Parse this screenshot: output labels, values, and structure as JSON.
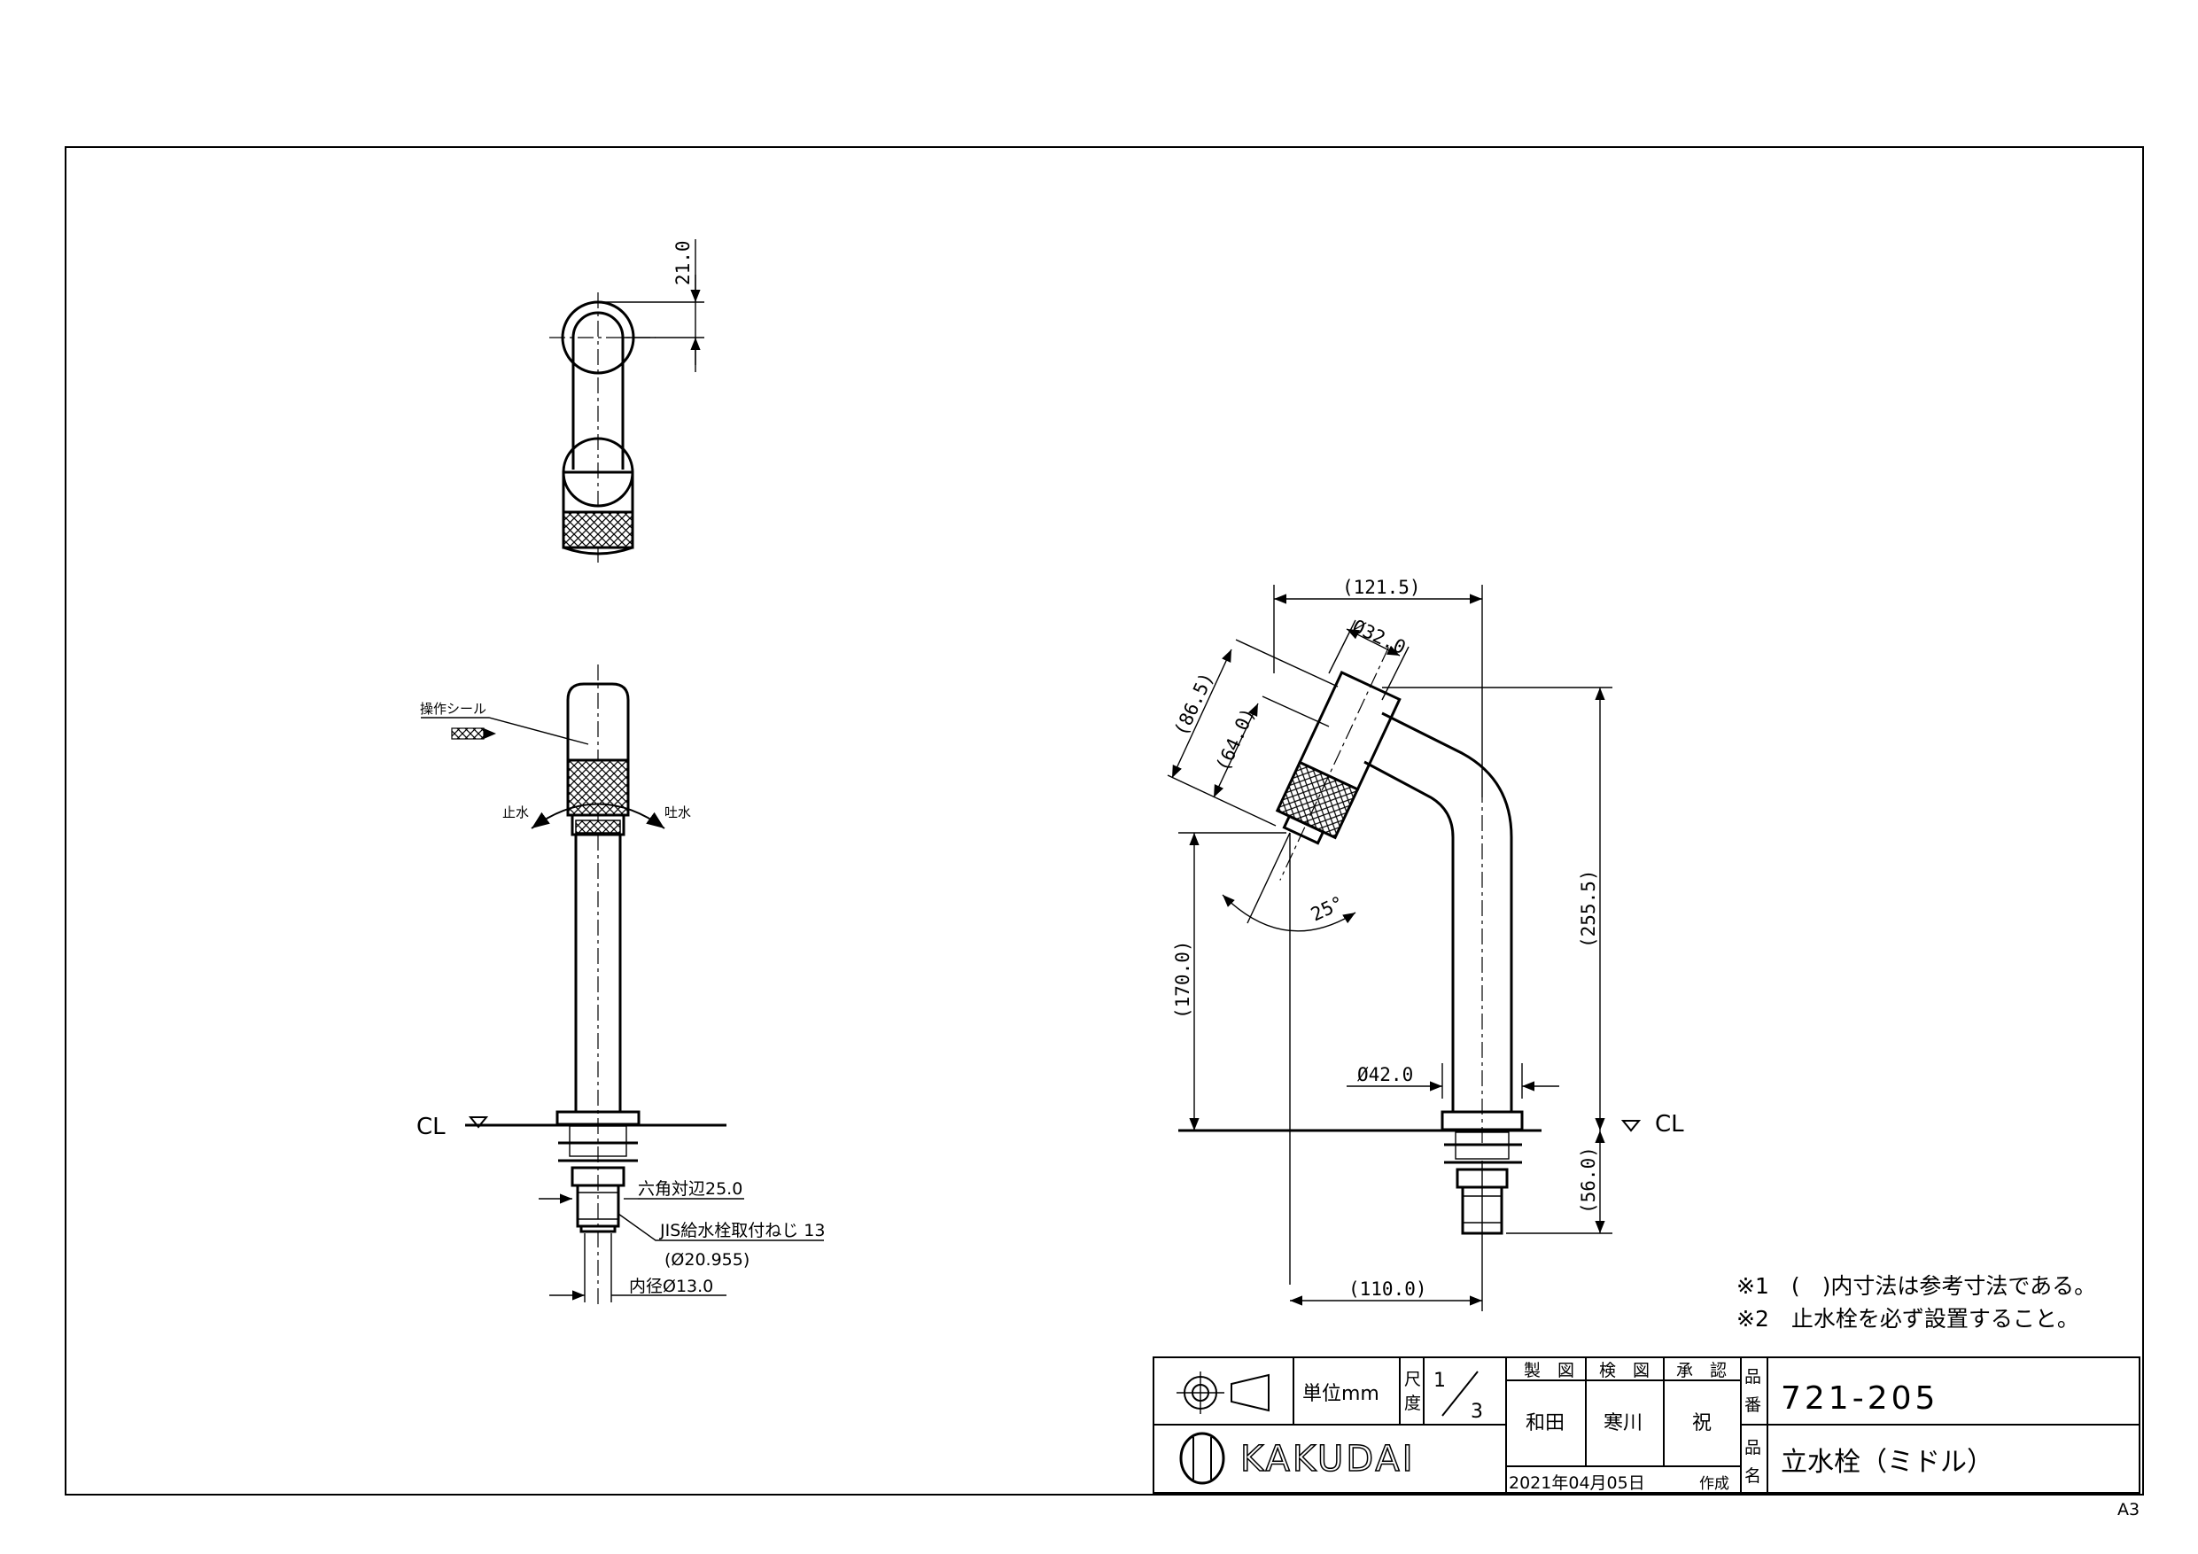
{
  "page": {
    "sheet_size": "A3"
  },
  "top_view": {
    "dim_width": "21.0"
  },
  "front_view": {
    "label_sticker": "操作シール",
    "label_stop": "止水",
    "label_flow": "吐水",
    "cl": "CL",
    "hex_label": "六角対辺25.0",
    "thread_label": "JIS給水栓取付ねじ 13",
    "thread_dia": "(Ø20.955)",
    "inner_label": "内径Ø13.0"
  },
  "side_view": {
    "dim_top_width": "(121.5)",
    "dim_head_dia": "Ø32.0",
    "dim_865": "(86.5)",
    "dim_640": "(64.0)",
    "dim_angle": "25°",
    "dim_height_outlet": "(170.0)",
    "dim_total_height": "(255.5)",
    "dim_pipe_dia": "Ø42.0",
    "dim_below": "(56.0)",
    "dim_reach": "(110.0)",
    "cl": "CL"
  },
  "notes": [
    "※1　(　)内寸法は参考寸法である。",
    "※2　止水栓を必ず設置すること。"
  ],
  "title_block": {
    "unit": "単位mm",
    "scale_label_1": "尺",
    "scale_label_2": "度",
    "scale_num": "1",
    "scale_den": "3",
    "hdr_drawn": "製　図",
    "hdr_checked": "検　図",
    "hdr_approved": "承　認",
    "drawn_by": "和田",
    "checked_by": "寒川",
    "approved_by": "祝",
    "part_no_label_1": "品",
    "part_no_label_2": "番",
    "part_no": "721-205",
    "part_name_label_1": "品",
    "part_name_label_2": "名",
    "part_name": "立水栓（ミドル）",
    "company": "KAKUDAI",
    "date": "2021年04月05日",
    "date_suffix": "作成"
  }
}
